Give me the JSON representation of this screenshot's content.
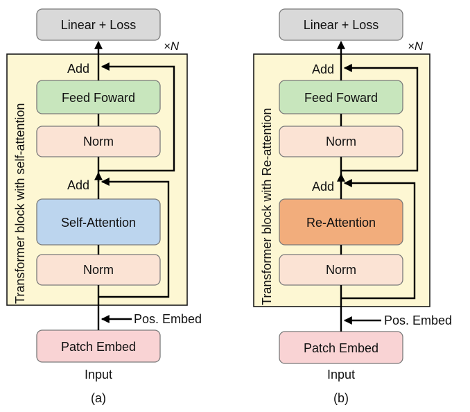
{
  "panels": [
    {
      "id": "a",
      "caption": "(a)",
      "block_label": "Transformer block with self-attention",
      "repeat_label": "×N",
      "linear_loss": "Linear + Loss",
      "add_top": "Add",
      "feed_forward": "Feed Foward",
      "norm_top": "Norm",
      "add_bottom": "Add",
      "attention": "Self-Attention",
      "norm_bottom": "Norm",
      "pos_embed": "Pos. Embed",
      "patch_embed": "Patch Embed",
      "input": "Input"
    },
    {
      "id": "b",
      "caption": "(b)",
      "block_label": "Transformer block with Re-attention",
      "repeat_label": "×N",
      "linear_loss": "Linear + Loss",
      "add_top": "Add",
      "feed_forward": "Feed Foward",
      "norm_top": "Norm",
      "add_bottom": "Add",
      "attention": "Re-Attention",
      "norm_bottom": "Norm",
      "pos_embed": "Pos. Embed",
      "patch_embed": "Patch Embed",
      "input": "Input"
    }
  ],
  "colors": {
    "linear_loss_fill": "#d9d9d9",
    "block_fill": "#fdf7d3",
    "feed_forward_fill": "#c8e6bd",
    "norm_fill": "#fbe3d4",
    "self_attention_fill": "#bcd5ee",
    "re_attention_fill": "#f2ad7c",
    "patch_embed_fill": "#f9d3d4"
  }
}
